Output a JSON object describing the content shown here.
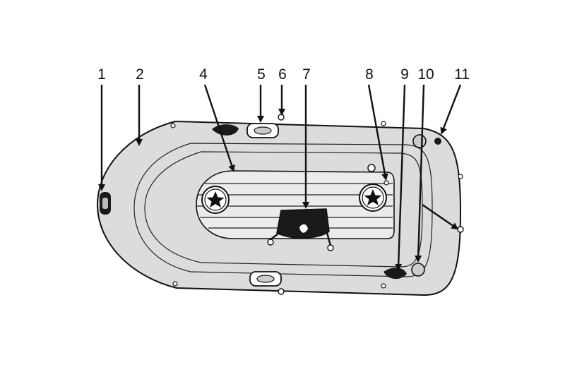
{
  "labels": [
    "1",
    "2",
    "4",
    "5",
    "6",
    "7",
    "8",
    "9",
    "10",
    "11"
  ],
  "colors": {
    "hull": "#dcdcdc",
    "floor": "#ebebeb",
    "ink": "#111111",
    "dark": "#1a1a1a"
  },
  "icons": [
    "star-icon",
    "arrow-icon"
  ]
}
